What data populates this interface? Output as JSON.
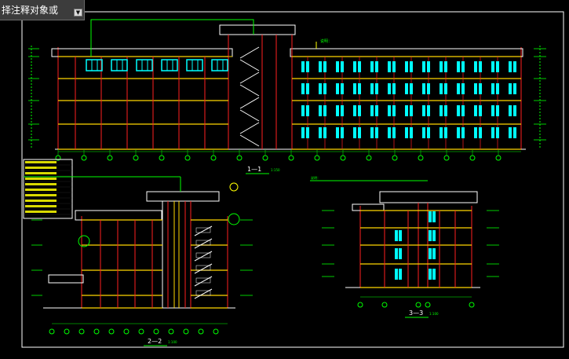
{
  "command_prompt": {
    "text": "择注释对象或",
    "dropdown_icon": "chevron-down-icon"
  },
  "drawing": {
    "section_1": {
      "label": "1—1",
      "scale": "1:150"
    },
    "section_2": {
      "label": "2—2",
      "scale": "1:100"
    },
    "section_3": {
      "label": "3—3",
      "scale": "1:100"
    }
  },
  "colors": {
    "background": "#000000",
    "wall": "#ff2020",
    "slab": "#ffd700",
    "window": "#00ffff",
    "dimension": "#00ff00",
    "annotation": "#ffff00",
    "frame": "#ffffff"
  }
}
